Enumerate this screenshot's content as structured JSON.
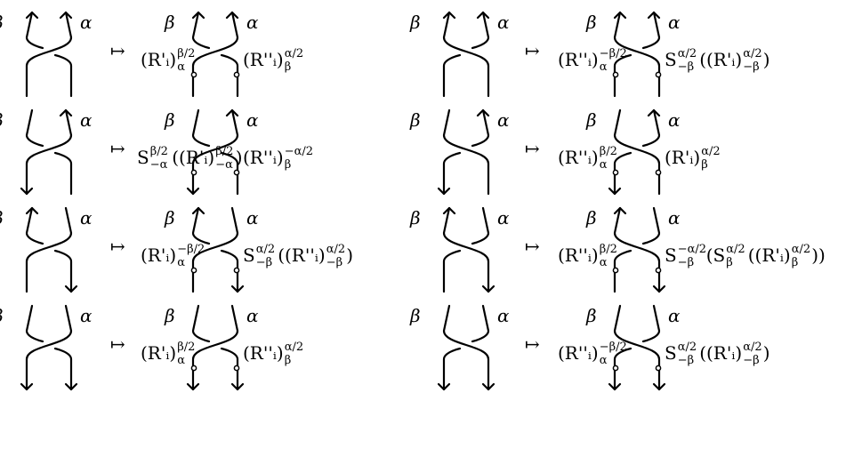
{
  "symbols": {
    "alpha": "α",
    "beta": "β",
    "mapsto": "↦"
  },
  "rows": [
    {
      "left": {
        "lhs_dirs": [
          "up",
          "up"
        ],
        "rhs_dirs": [
          "up",
          "up"
        ],
        "lhs_type": "positive",
        "rhs_type": "positive",
        "left_label": "(R'ᵢ)",
        "left_sup": "β/2",
        "left_sub": "α",
        "right_label": "(R''ᵢ)",
        "right_sup": "α/2",
        "right_sub": "β"
      },
      "right": {
        "lhs_dirs": [
          "up",
          "up"
        ],
        "rhs_dirs": [
          "up",
          "up"
        ],
        "lhs_type": "negative",
        "rhs_type": "negative",
        "left_label": "(R''ᵢ)",
        "left_sup": "−β/2",
        "left_sub": "α",
        "right_label": "S",
        "right_sup": "α/2",
        "right_sub": "−β",
        "right_tail": "((R'ᵢ)",
        "right_tail_sup": "α/2",
        "right_tail_sub": "−β",
        "right_close": ")"
      }
    },
    {
      "left": {
        "lhs_dirs": [
          "down",
          "up"
        ],
        "rhs_dirs": [
          "down",
          "up"
        ],
        "lhs_type": "positive",
        "rhs_type": "positive",
        "left_label": "S",
        "left_sup": "β/2",
        "left_sub": "−α",
        "left_tail": "((R'ᵢ)",
        "left_tail_sup": "β/2",
        "left_tail_sub": "−α",
        "left_close": ")",
        "right_label": "(R''ᵢ)",
        "right_sup": "−α/2",
        "right_sub": "β"
      },
      "right": {
        "lhs_dirs": [
          "down",
          "up"
        ],
        "rhs_dirs": [
          "down",
          "up"
        ],
        "lhs_type": "negative",
        "rhs_type": "negative",
        "left_label": "(R''ᵢ)",
        "left_sup": "β/2",
        "left_sub": "α",
        "right_label": "(R'ᵢ)",
        "right_sup": "α/2",
        "right_sub": "β"
      }
    },
    {
      "left": {
        "lhs_dirs": [
          "up",
          "down"
        ],
        "rhs_dirs": [
          "up",
          "down"
        ],
        "lhs_type": "positive",
        "rhs_type": "positive",
        "left_label": "(R'ᵢ)",
        "left_sup": "−β/2",
        "left_sub": "α",
        "right_label": "S",
        "right_sup": "α/2",
        "right_sub": "−β",
        "right_tail": "((R''ᵢ)",
        "right_tail_sup": "α/2",
        "right_tail_sub": "−β",
        "right_close": ")"
      },
      "right": {
        "lhs_dirs": [
          "up",
          "down"
        ],
        "rhs_dirs": [
          "up",
          "down"
        ],
        "lhs_type": "negative",
        "rhs_type": "negative",
        "left_label": "(R''ᵢ)",
        "left_sup": "β/2",
        "left_sub": "α",
        "right_label": "S",
        "right_sup": "−α/2",
        "right_sub": "−β",
        "right_tail": "(S",
        "right_tail_sup": "α/2",
        "right_tail_sub": "β",
        "right_tail2": "((R'ᵢ)",
        "right_tail2_sup": "α/2",
        "right_tail2_sub": "β",
        "right_close": "))"
      }
    },
    {
      "left": {
        "lhs_dirs": [
          "down",
          "down"
        ],
        "rhs_dirs": [
          "down",
          "down"
        ],
        "lhs_type": "positive",
        "rhs_type": "positive",
        "left_label": "(R'ᵢ)",
        "left_sup": "β/2",
        "left_sub": "α",
        "right_label": "(R''ᵢ)",
        "right_sup": "α/2",
        "right_sub": "β"
      },
      "right": {
        "lhs_dirs": [
          "down",
          "down"
        ],
        "rhs_dirs": [
          "down",
          "down"
        ],
        "lhs_type": "negative",
        "rhs_type": "negative",
        "left_label": "(R''ᵢ)",
        "left_sup": "−β/2",
        "left_sub": "α",
        "right_label": "S",
        "right_sup": "α/2",
        "right_sub": "−β",
        "right_tail": "((R'ᵢ)",
        "right_tail_sup": "α/2",
        "right_tail_sub": "−β",
        "right_close": ")"
      }
    }
  ]
}
